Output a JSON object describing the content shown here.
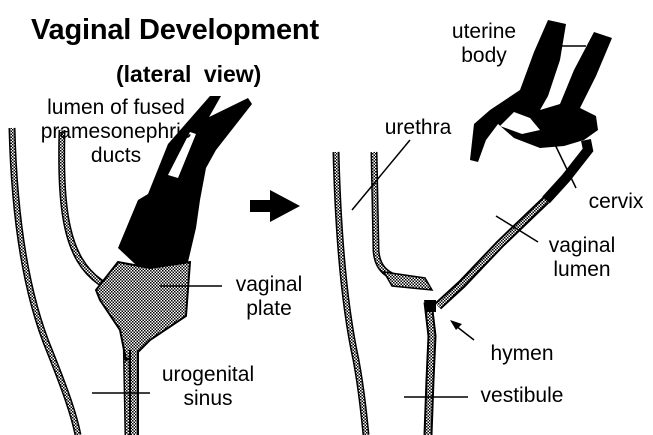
{
  "title": "Vaginal Development",
  "subtitle": "(lateral view)",
  "arrow_icon": "right-arrow-icon",
  "colors": {
    "ink": "#000000",
    "tissue_fill": "#a8a8a8",
    "background": "#ffffff"
  },
  "labels": {
    "lumen_fused": [
      "lumen of fused",
      "pramesonephric",
      "ducts"
    ],
    "vaginal_plate": [
      "vaginal",
      "plate"
    ],
    "urogenital_sinus": [
      "urogenital",
      "sinus"
    ],
    "uterine_body": [
      "uterine",
      "body"
    ],
    "urethra": "urethra",
    "cervix": "cervix",
    "vaginal_lumen": [
      "vaginal",
      "lumen"
    ],
    "hymen": "hymen",
    "vestibule": "vestibule"
  }
}
